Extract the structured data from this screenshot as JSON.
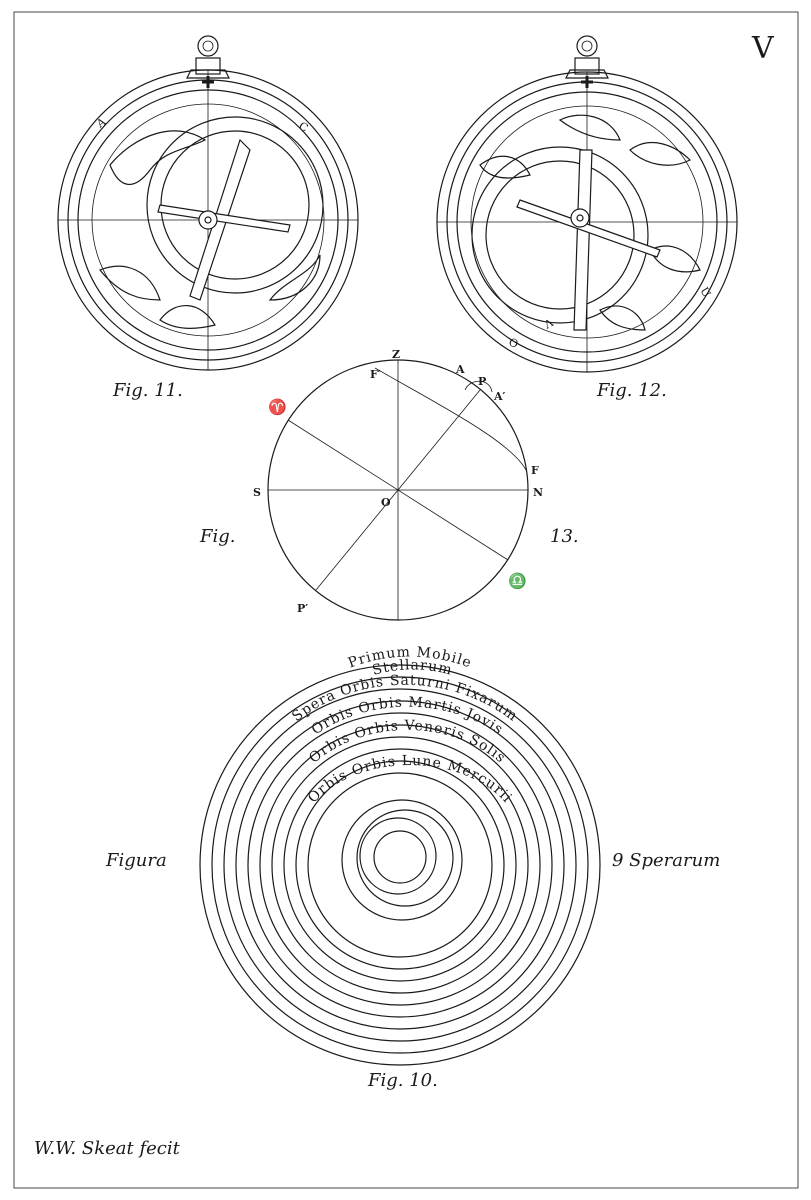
{
  "plate": {
    "number": "V",
    "signature": "W.W. Skeat fecit"
  },
  "fig11": {
    "caption": "Fig. 11.",
    "letter_a": "A",
    "letter_c": "C"
  },
  "fig12": {
    "caption": "Fig. 12.",
    "letter_u": "U",
    "letter_v": "V",
    "letter_o": "O"
  },
  "fig13": {
    "caption_left": "Fig.",
    "caption_right": "13.",
    "labels": {
      "z": "Z",
      "f_prime": "F′",
      "a": "A",
      "p": "P",
      "a_prime": "A′",
      "f": "F",
      "n": "N",
      "s": "S",
      "o": "O",
      "p_prime": "P′",
      "aries": "♈",
      "libra": "♎"
    }
  },
  "fig10": {
    "caption": "Fig. 10.",
    "side_left": "Figura",
    "side_right": "9 Sperarum",
    "rings": [
      "Primum Mobile",
      "Stellarum",
      "Spera Orbis Saturni Fixarum",
      "Orbis Orbis Martis Jovis",
      "Orbis Orbis Veneris Solis",
      "Orbis Orbis Lune Mercurii"
    ]
  }
}
